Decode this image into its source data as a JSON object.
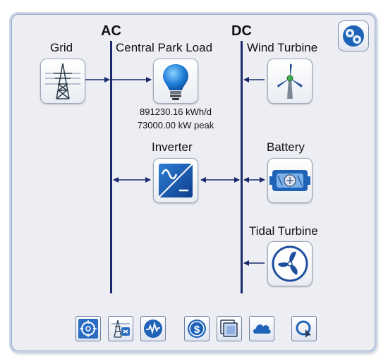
{
  "buses": {
    "ac_label": "AC",
    "dc_label": "DC"
  },
  "components": {
    "grid": {
      "label": "Grid"
    },
    "load": {
      "label": "Central Park Load",
      "energy": "891230.16 kWh/d",
      "peak": "73000.00 kW peak"
    },
    "wind": {
      "label": "Wind Turbine"
    },
    "inverter": {
      "label": "Inverter"
    },
    "battery": {
      "label": "Battery"
    },
    "tidal": {
      "label": "Tidal Turbine"
    }
  },
  "toolbar": {
    "icons": [
      "target-icon",
      "tower-settings-icon",
      "waveform-icon",
      "dollar-icon",
      "layers-icon",
      "cloud-icon",
      "rotate-icon"
    ]
  },
  "colors": {
    "bus": "#1a2a6c",
    "icon_blue": "#1d63c0",
    "panel": "#eceef4"
  }
}
